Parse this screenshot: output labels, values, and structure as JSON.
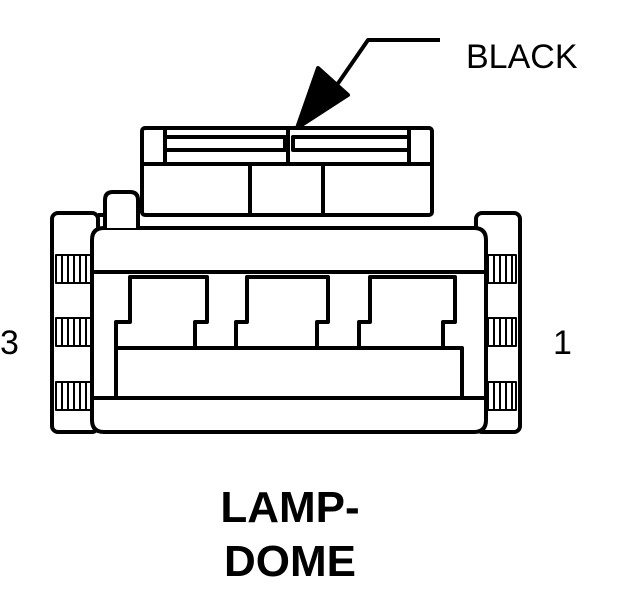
{
  "callout": {
    "label": "BLACK"
  },
  "pins": {
    "left": "3",
    "right": "1"
  },
  "title": {
    "line1": "LAMP-",
    "line2": "DOME"
  },
  "colors": {
    "stroke": "#000000",
    "background": "#ffffff"
  }
}
